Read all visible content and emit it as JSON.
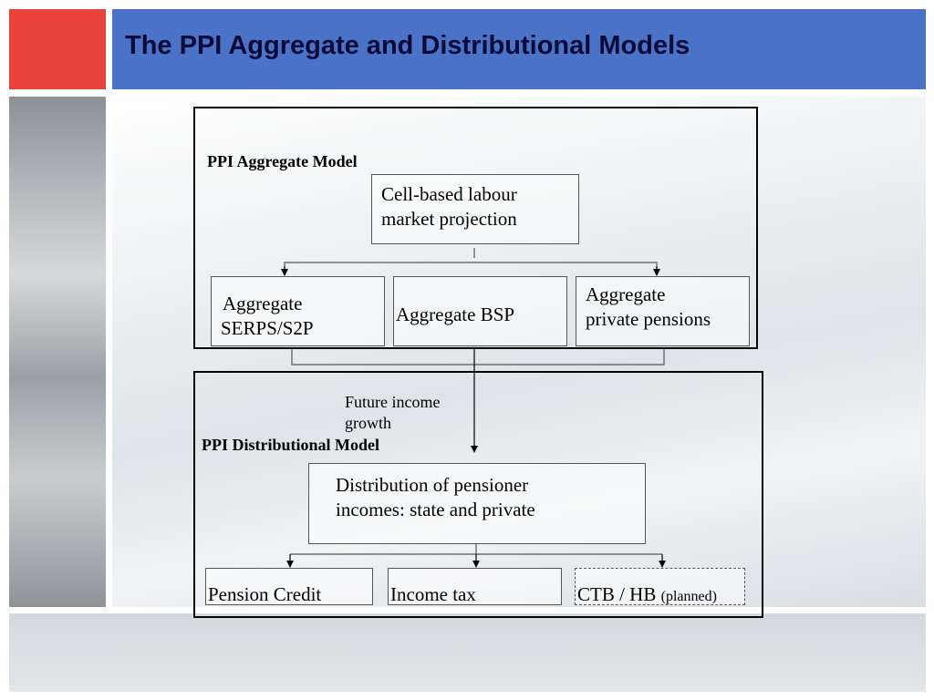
{
  "header": {
    "title": "The PPI Aggregate and Distributional Models"
  },
  "aggregate_model": {
    "title": "PPI Aggregate Model",
    "projection_line1": "Cell-based labour",
    "projection_line2": "market projection",
    "serps_line1": "Aggregate",
    "serps_line2": "SERPS/S2P",
    "bsp": "Aggregate BSP",
    "private_line1": "Aggregate",
    "private_line2": "private pensions"
  },
  "connector_label_line1": "Future income",
  "connector_label_line2": "growth",
  "distributional_model": {
    "title": "PPI Distributional Model",
    "distribution_line1": "Distribution of pensioner",
    "distribution_line2": "incomes: state and private",
    "pension_credit": "Pension Credit",
    "income_tax": "Income tax",
    "ctb_hb": "CTB / HB",
    "ctb_hb_note": "(planned)"
  },
  "colors": {
    "accent_red": "#e8423a",
    "title_bar_blue": "#4a72c6",
    "title_text": "#0b0b3a"
  }
}
